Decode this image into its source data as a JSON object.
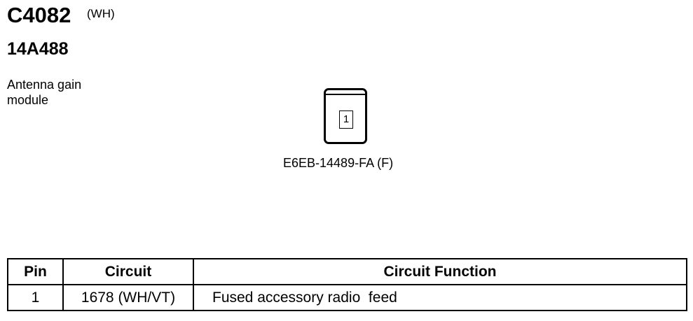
{
  "header": {
    "connector_id": "C4082",
    "connector_color": "(WH)",
    "part_number": "14A488",
    "component_description": "Antenna gain\nmodule"
  },
  "diagram": {
    "pin_label": "1",
    "connector_model": "E6EB-14489-FA (F)"
  },
  "pin_table": {
    "headers": {
      "pin": "Pin",
      "circuit": "Circuit",
      "function": "Circuit Function"
    },
    "rows": [
      {
        "pin": "1",
        "circuit": "1678 (WH/VT)",
        "function": "Fused accessory radio  feed"
      }
    ]
  }
}
